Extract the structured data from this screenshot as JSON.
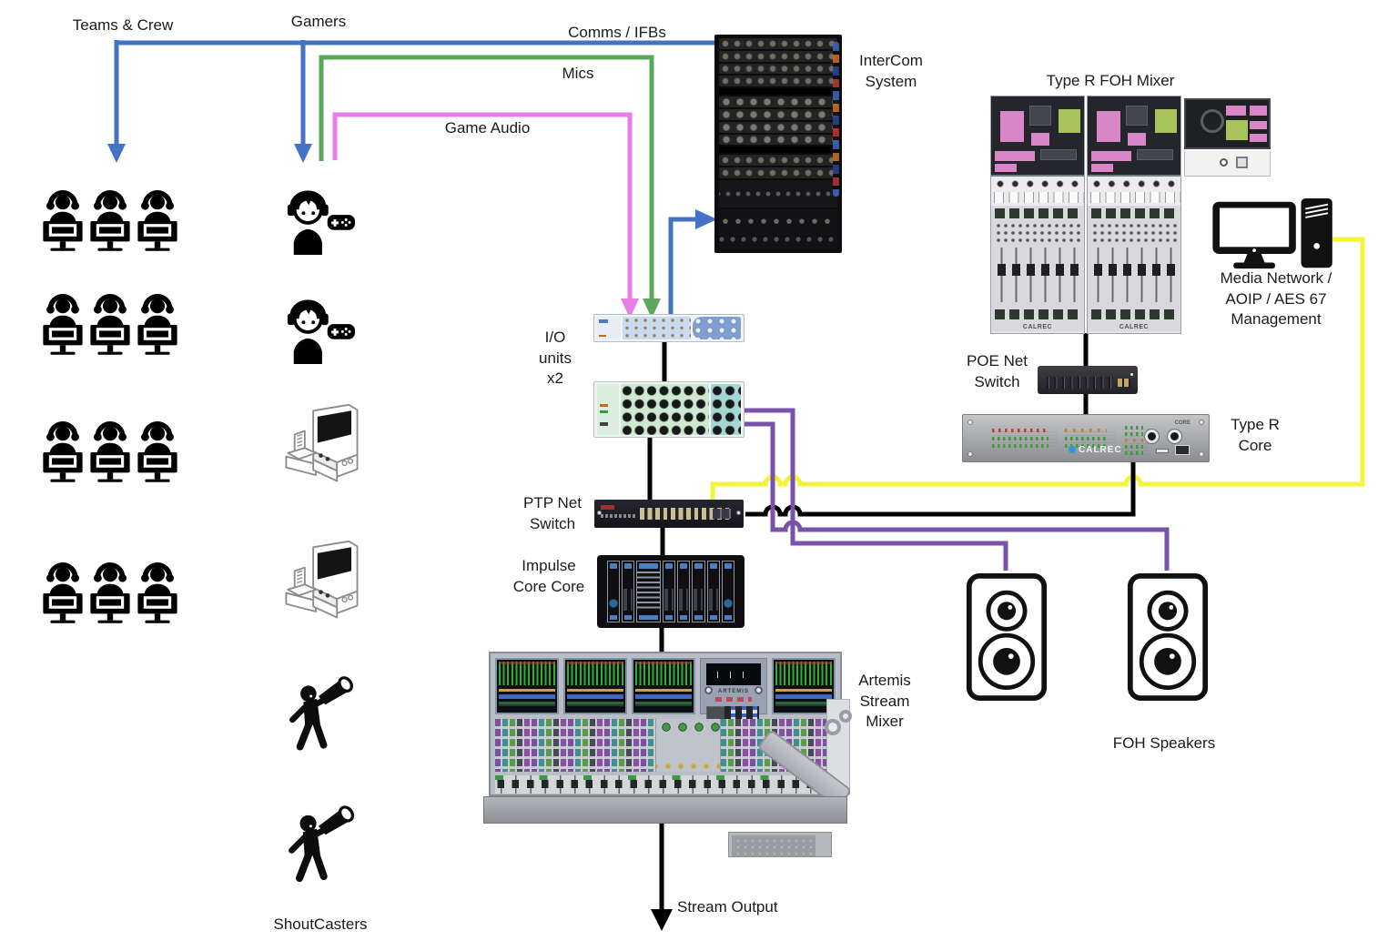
{
  "labels": {
    "teams_crew": "Teams & Crew",
    "gamers": "Gamers",
    "comms_ifbs": "Comms / IFBs",
    "mics": "Mics",
    "game_audio": "Game Audio",
    "intercom": "InterCom\nSystem",
    "foh_mixer": "Type R FOH Mixer",
    "media_network": "Media Network /\nAOIP / AES 67\nManagement",
    "poe_switch": "POE Net\nSwitch",
    "type_r_core": "Type R\nCore",
    "io_units": "I/O\nunits\nx2",
    "ptp_switch": "PTP Net\nSwitch",
    "impulse_core": "Impulse\nCore Core",
    "artemis_mixer": "Artemis\nStream\nMixer",
    "foh_speakers": "FOH Speakers",
    "shoutcasters": "ShoutCasters",
    "stream_output": "Stream Output"
  },
  "branding": {
    "calrec": "CALREC",
    "artemis": "ARTEMIS",
    "core_tag": "CORE"
  },
  "colors": {
    "comms_ifbs_blue": "#4472C4",
    "mics_green": "#5BA85A",
    "game_audio_magenta": "#E87DE8",
    "speaker_feed_purple": "#7A52A9",
    "management_yellow": "#F4F43B",
    "audio_black": "#000000"
  },
  "icons": {
    "crew": "person-with-headphones-at-monitor",
    "gamer": "gamer-with-headset-and-gamepad",
    "arcade": "arcade-racing-cabinet",
    "shoutcaster": "person-with-megaphone",
    "speaker": "studio-monitor-speaker",
    "computer": "desktop-computer-with-tower"
  }
}
